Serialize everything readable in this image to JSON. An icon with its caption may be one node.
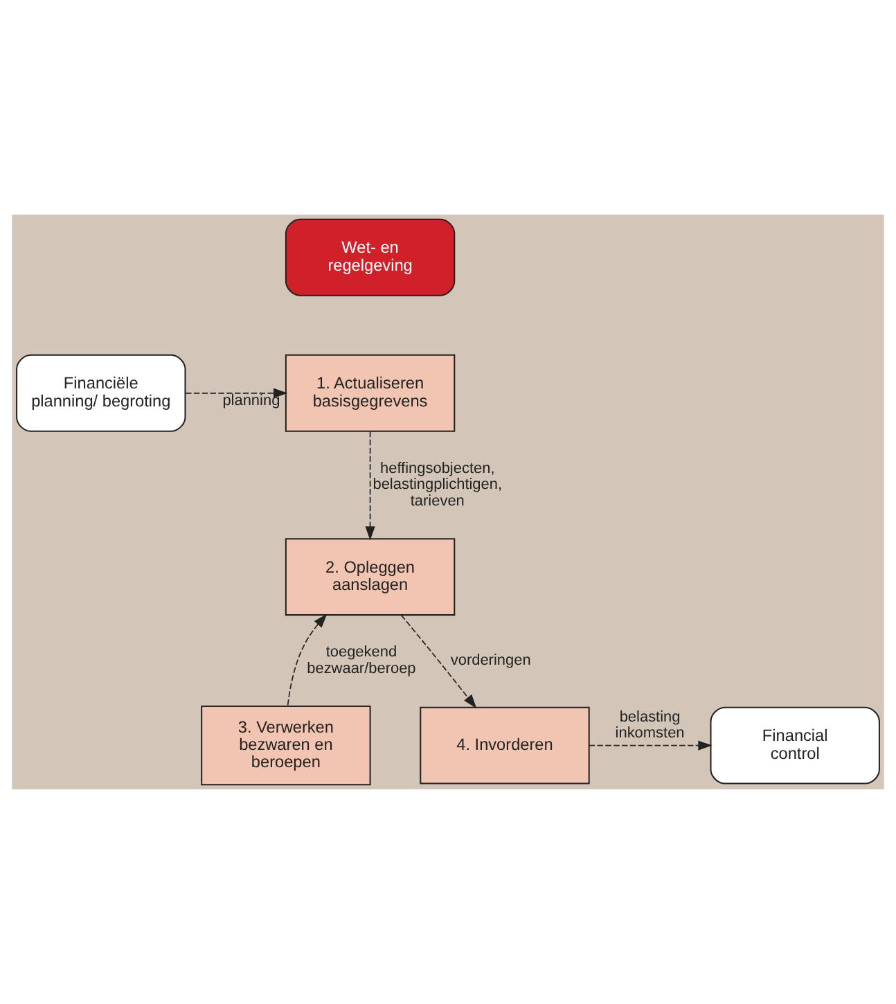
{
  "diagram": {
    "nodes": [
      {
        "text": [
          "Wet- en regelgeving"
        ]
      },
      {
        "text": [
          "Financiële planning/ begroting"
        ]
      },
      {
        "text": [
          "1. Actualiseren basisgegrevens"
        ]
      },
      {
        "text": [
          "2. Opleggen aanslagen"
        ]
      },
      {
        "text": [
          "3. Verwerken bezwaren en beroepen"
        ]
      },
      {
        "text": [
          "4. Invorderen"
        ]
      },
      {
        "text": [
          "Financial control"
        ]
      }
    ],
    "edges": [
      {
        "from": 1,
        "to": 2,
        "arrow": "to",
        "style": "dashed",
        "label": "planning"
      },
      {
        "from": 2,
        "to": 3,
        "arrow": "to",
        "style": "dashed",
        "label": "heffingsobjecten, belastingplichtigen, tarieven"
      },
      {
        "from": 4,
        "to": 3,
        "arrow": "to",
        "style": "dashed",
        "label": "toegekend bezwaar/beroep"
      },
      {
        "from": 3,
        "to": 5,
        "arrow": "to",
        "style": "dashed",
        "label": "vorderingen"
      },
      {
        "from": 5,
        "to": 6,
        "arrow": "to",
        "style": "dashed",
        "label": "belasting inkomsten"
      }
    ]
  }
}
